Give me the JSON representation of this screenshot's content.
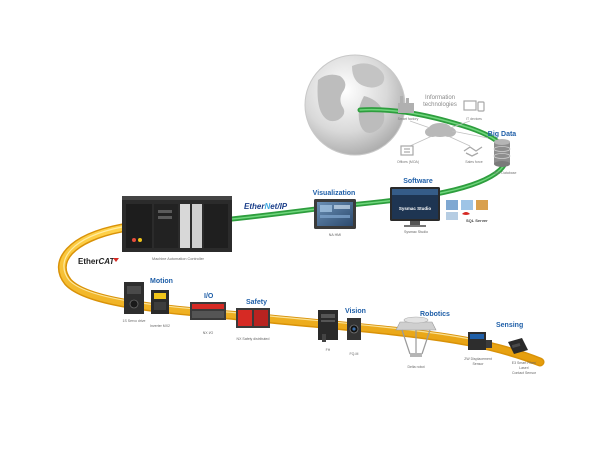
{
  "networks": {
    "ethernet_ip_pre": "Ether",
    "ethernet_ip_n": "N",
    "ethernet_ip_post": "et/IP",
    "ethercat_pre": "Ether",
    "ethercat_post": "CAT"
  },
  "cloud_area": {
    "title_line1": "Information",
    "title_line2": "technologies",
    "smart_factory": "Smart factory",
    "it_devices": "IT devices",
    "offices": "Offices (MOA)",
    "sales_force": "Sales force",
    "big_data": "Big Data",
    "sql_database": "SQL Database"
  },
  "controller": {
    "caption": "Machine Automation Controller"
  },
  "visualization": {
    "title": "Visualization",
    "caption": "NA HMI"
  },
  "software": {
    "title": "Software",
    "screen_text": "Sysmac Studio",
    "caption": "Sysmac Studio",
    "sql_server": "SQL Server"
  },
  "sections": {
    "motion": "Motion",
    "io": "I/O",
    "safety": "Safety",
    "vision": "Vision",
    "robotics": "Robotics",
    "sensing": "Sensing"
  },
  "captions": {
    "servo": "1S Servo drive",
    "inverter": "Inverter MX2",
    "nx_io": "NX I/O",
    "nx_safety": "NX Safety distributed",
    "fh": "FH",
    "fq_m": "FQ-M",
    "delta": "Delta robot",
    "zw_line1": "ZW Displacement",
    "zw_line2": "Sensor",
    "fiber_line1": "E3 Smart Fiber/",
    "fiber_line2": "Laser/",
    "fiber_line3": "Contact Sensor"
  },
  "colors": {
    "ethernet": "#3cb44a",
    "ethercat": "#f4b31a",
    "accent_blue": "#1f5fa8",
    "device_dark": "#2b2b2b",
    "device_red": "#d62a24"
  }
}
